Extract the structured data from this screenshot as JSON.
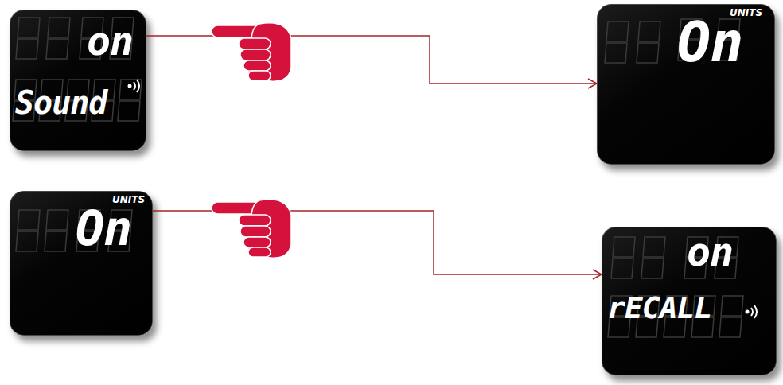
{
  "diagram": {
    "nodes": [
      {
        "text": [
          "on",
          "Sound"
        ]
      },
      {
        "text": [
          "UNITS",
          "On"
        ]
      },
      {
        "text": [
          "UNITS",
          "On"
        ]
      },
      {
        "text": [
          "on",
          "rECALL"
        ]
      }
    ],
    "edges": [
      {
        "from": 0,
        "to": 1,
        "arrow": "to"
      },
      {
        "from": 2,
        "to": 3,
        "arrow": "to"
      }
    ]
  }
}
